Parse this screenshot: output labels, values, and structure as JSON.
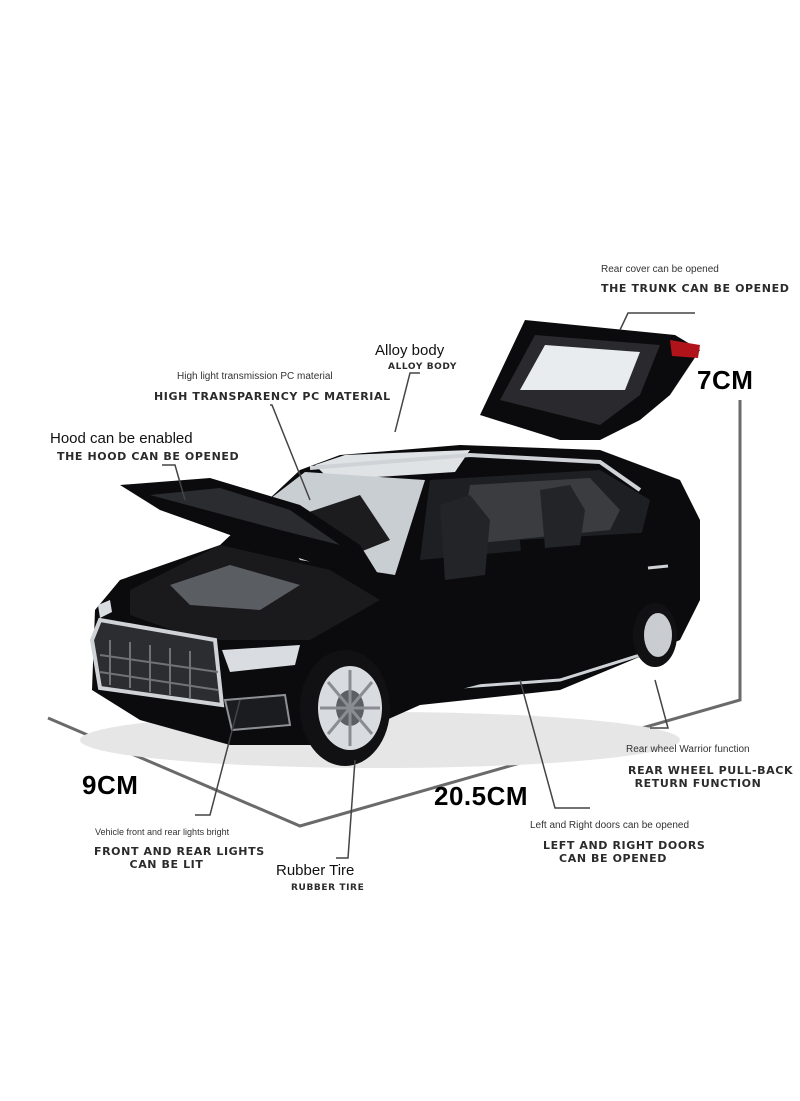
{
  "dimensions": {
    "height": "7CM",
    "width": "9CM",
    "length": "20.5CM"
  },
  "callouts": {
    "trunk": {
      "sub": "Rear cover can be opened",
      "title": "THE TRUNK CAN BE OPENED"
    },
    "alloy": {
      "sub": "Alloy body",
      "title": "ALLOY BODY"
    },
    "glass": {
      "sub": "High light transmission PC material",
      "title": "HIGH TRANSPARENCY PC MATERIAL"
    },
    "hood": {
      "sub": "Hood can be enabled",
      "title": "THE HOOD CAN BE OPENED"
    },
    "rearwheel": {
      "sub": "Rear wheel Warrior function",
      "title1": "REAR WHEEL PULL-BACK",
      "title2": "RETURN FUNCTION"
    },
    "doors": {
      "sub": "Left and Right doors can be opened",
      "title1": "LEFT AND RIGHT DOORS",
      "title2": "CAN BE OPENED"
    },
    "lights": {
      "sub": "Vehicle front and rear lights bright",
      "title1": "FRONT AND REAR LIGHTS",
      "title2": "CAN BE LIT"
    },
    "tire": {
      "sub": "Rubber Tire",
      "title": "RUBBER TIRE"
    }
  },
  "colors": {
    "body": "#0b0b0d",
    "chrome": "#cfd2d6",
    "line": "#555555",
    "taillight": "#b0141a"
  }
}
